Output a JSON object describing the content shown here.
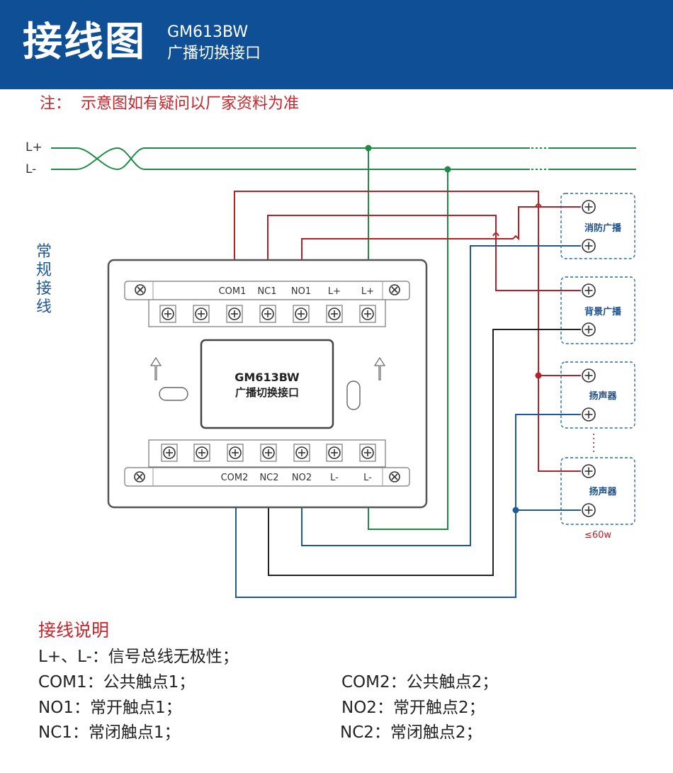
{
  "header": {
    "title": "接线图",
    "model": "GM613BW",
    "subtitle": "广播切换接口"
  },
  "note": "注：  示意图如有疑问以厂家资料为准",
  "bus_labels": {
    "lplus": "L+",
    "lminus": "L-"
  },
  "side_label": [
    "常",
    "规",
    "接",
    "线"
  ],
  "module": {
    "model": "GM613BW",
    "name": "广播切换接口",
    "top_terminals": [
      "COM1",
      "NC1",
      "NO1",
      "L+",
      "L+"
    ],
    "bottom_terminals": [
      "COM2",
      "NC2",
      "NO2",
      "L-",
      "L-"
    ]
  },
  "devices": {
    "fire_broadcast": "消防广播",
    "background_broadcast": "背景广播",
    "speaker1": "扬声器",
    "speaker2": "扬声器",
    "power_limit": "≤60w"
  },
  "legend": {
    "title": "接线说明",
    "bus": "L+、L-：信号总线无极性；",
    "com1": "COM1：公共触点1；",
    "com2": "COM2：公共触点2；",
    "no1": "NO1：常开触点1；",
    "no2": "NO2：常开触点2；",
    "nc1": "NC1：常闭触点1；",
    "nc2": "NC2：常闭触点2；"
  },
  "colors": {
    "header_bg": "#0e4f95",
    "red_wire": "#b3222a",
    "green_wire": "#1d8a45",
    "blue_wire": "#1f5a96",
    "black_wire": "#222222",
    "device_border": "#2a6aa8",
    "note_red": "#c8252b"
  }
}
